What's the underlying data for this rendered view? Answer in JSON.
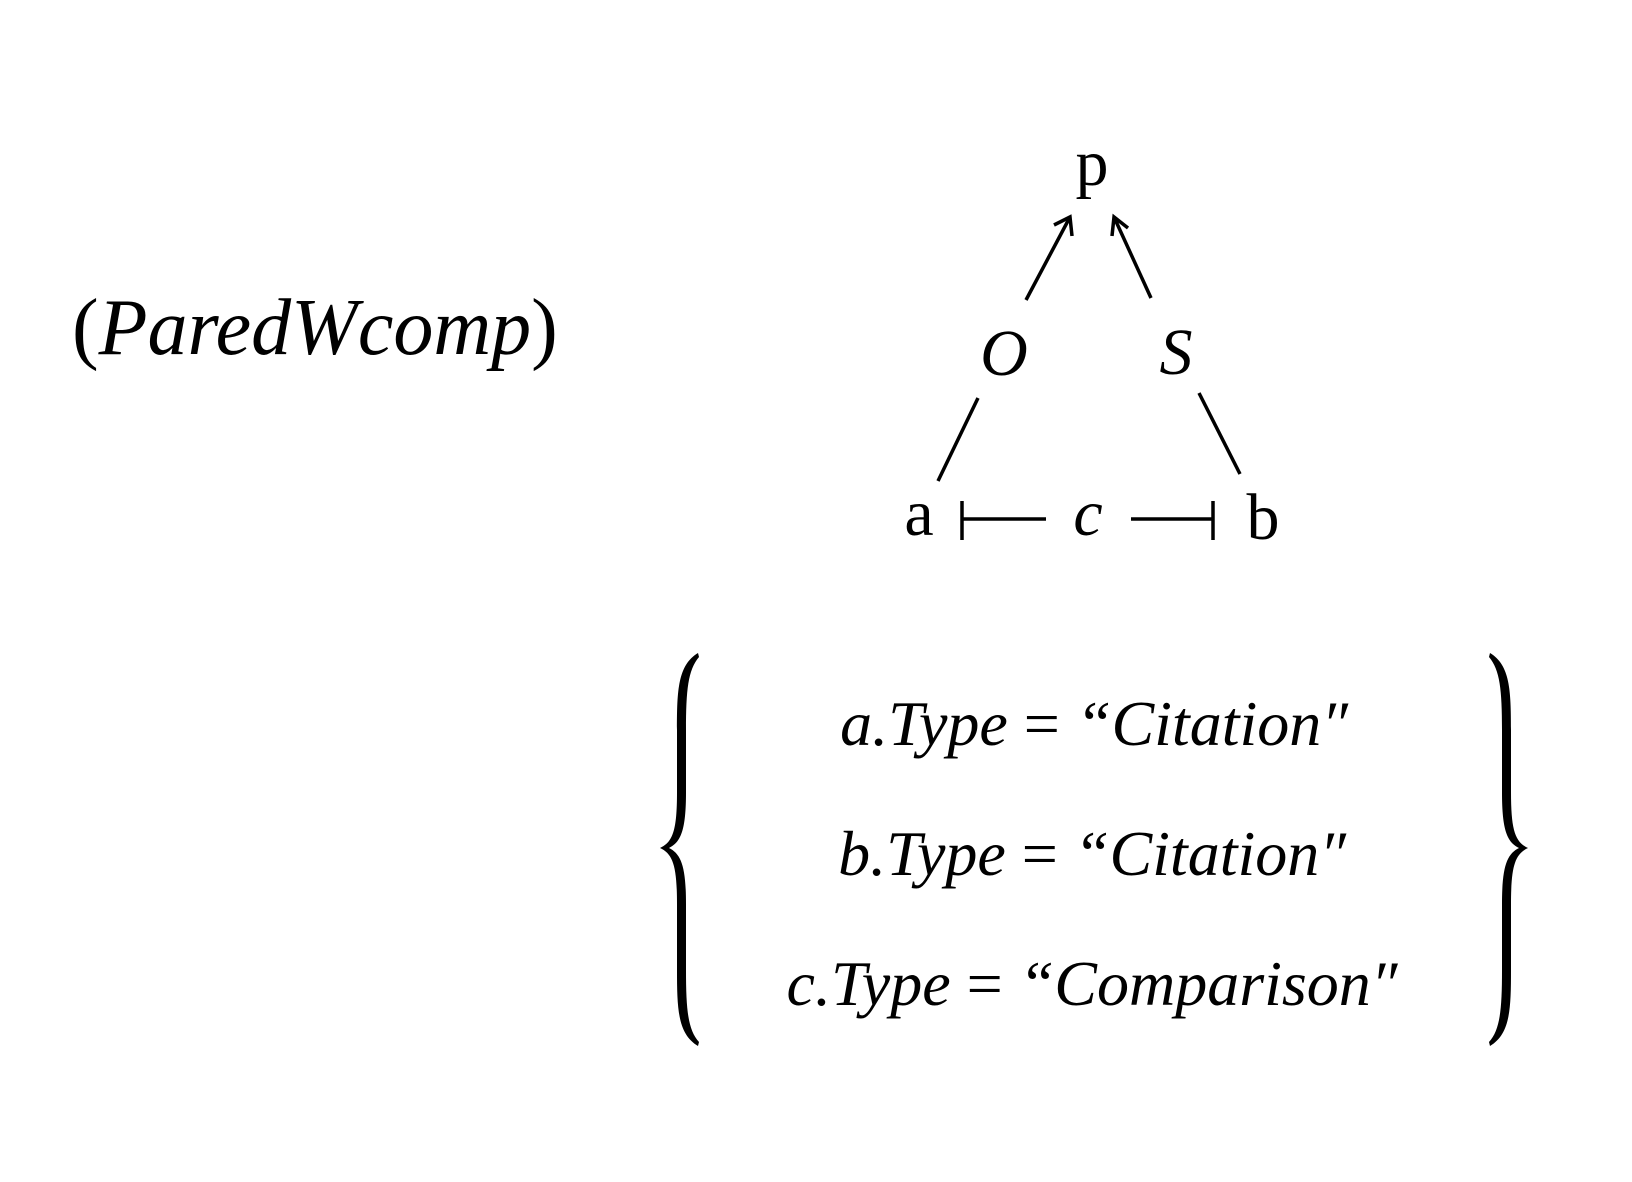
{
  "rule": {
    "open_paren": "(",
    "name": "ParedWcomp",
    "close_paren": ")"
  },
  "tree": {
    "root": "p",
    "left_node": "O",
    "right_node": "S",
    "leaf_left": "a",
    "relation": "c",
    "leaf_right": "b"
  },
  "constraints": [
    {
      "var": "a",
      "field": ".Type",
      "op": " = ",
      "value": "“Citation″"
    },
    {
      "var": "b",
      "field": ".Type",
      "op": " = ",
      "value": "“Citation″"
    },
    {
      "var": "c",
      "field": ".Type",
      "op": " = ",
      "value": "“Comparison″"
    }
  ]
}
